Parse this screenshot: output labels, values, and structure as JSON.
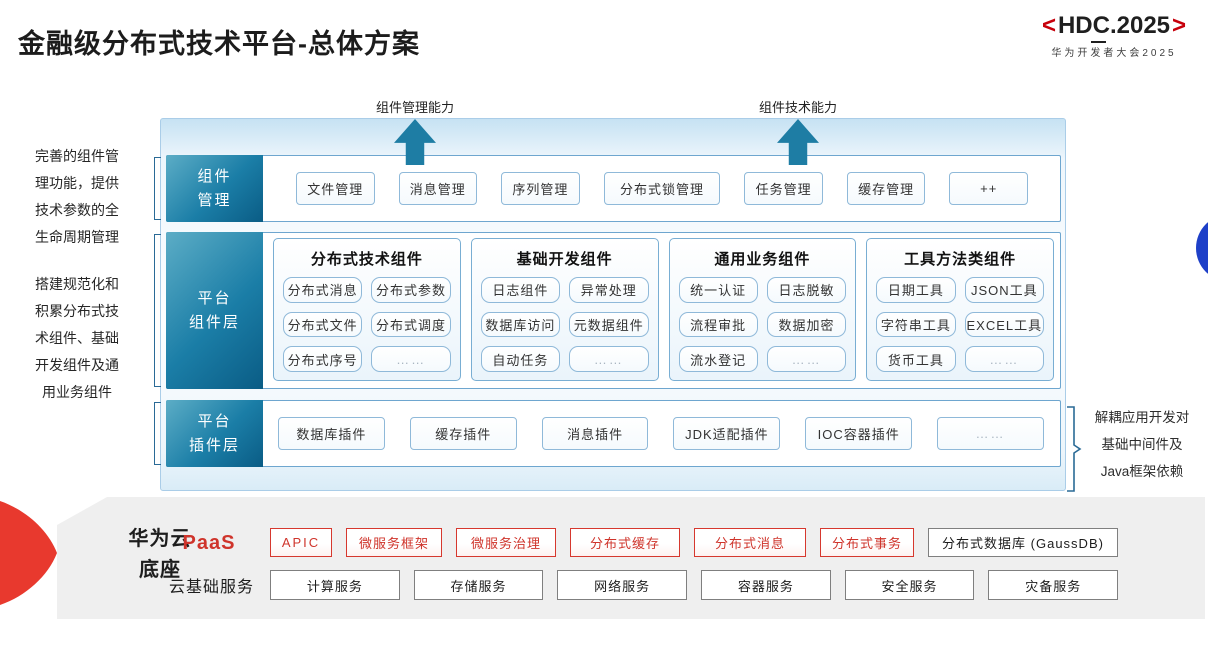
{
  "slide": {
    "title": "金融级分布式技术平台-总体方案"
  },
  "logo": {
    "bracket_left": "<",
    "title": "HDC.2025",
    "bracket_right": ">",
    "subtitle": "华为开发者大会2025"
  },
  "capability_arrows": [
    {
      "label": "组件管理能力"
    },
    {
      "label": "组件技术能力"
    }
  ],
  "left_notes": [
    {
      "text": "完善的组件管理功能，提供技术参数的全生命周期管理"
    },
    {
      "text": "搭建规范化和积累分布式技术组件、基础开发组件及通用业务组件"
    }
  ],
  "right_note": {
    "lines": [
      "解耦应用开发对",
      "基础中间件及",
      "Java框架依赖"
    ]
  },
  "layers": {
    "management": {
      "label_line1": "组件",
      "label_line2": "管理",
      "items": [
        "文件管理",
        "消息管理",
        "序列管理",
        "分布式锁管理",
        "任务管理",
        "缓存管理",
        "++"
      ]
    },
    "component": {
      "label_line1": "平台",
      "label_line2": "组件层",
      "columns": [
        {
          "header": "分布式技术组件",
          "items": [
            "分布式消息",
            "分布式参数",
            "分布式文件",
            "分布式调度",
            "分布式序号",
            "……"
          ]
        },
        {
          "header": "基础开发组件",
          "items": [
            "日志组件",
            "异常处理",
            "数据库访问",
            "元数据组件",
            "自动任务",
            "……"
          ]
        },
        {
          "header": "通用业务组件",
          "items": [
            "统一认证",
            "日志脱敏",
            "流程审批",
            "数据加密",
            "流水登记",
            "……"
          ]
        },
        {
          "header": "工具方法类组件",
          "items": [
            "日期工具",
            "JSON工具",
            "字符串工具",
            "EXCEL工具",
            "货币工具",
            "……"
          ]
        }
      ]
    },
    "plugin": {
      "label_line1": "平台",
      "label_line2": "插件层",
      "items": [
        "数据库插件",
        "缓存插件",
        "消息插件",
        "JDK适配插件",
        "IOC容器插件",
        "……"
      ]
    }
  },
  "foundation": {
    "label_line1": "华为云",
    "label_line2": "底座",
    "paas_label": "PaaS",
    "paas_items": [
      "APIC",
      "微服务框架",
      "微服务治理",
      "分布式缓存",
      "分布式消息",
      "分布式事务"
    ],
    "paas_db_item": "分布式数据库 (GaussDB)",
    "cloud_label": "云基础服务",
    "cloud_items": [
      "计算服务",
      "存储服务",
      "网络服务",
      "容器服务",
      "安全服务",
      "灾备服务"
    ]
  },
  "colors": {
    "accent_teal": "#1b7ea7",
    "panel_blue_top": "#c6e2f3",
    "border_blue": "#6ea6cf",
    "huawei_red": "#c7000b",
    "paas_red": "#cf342b",
    "foundation_gray": "#efefef",
    "gray_box_border": "#7f7f7f",
    "wedge_red": "#e8392e",
    "blue_dot": "#1e40c8"
  }
}
